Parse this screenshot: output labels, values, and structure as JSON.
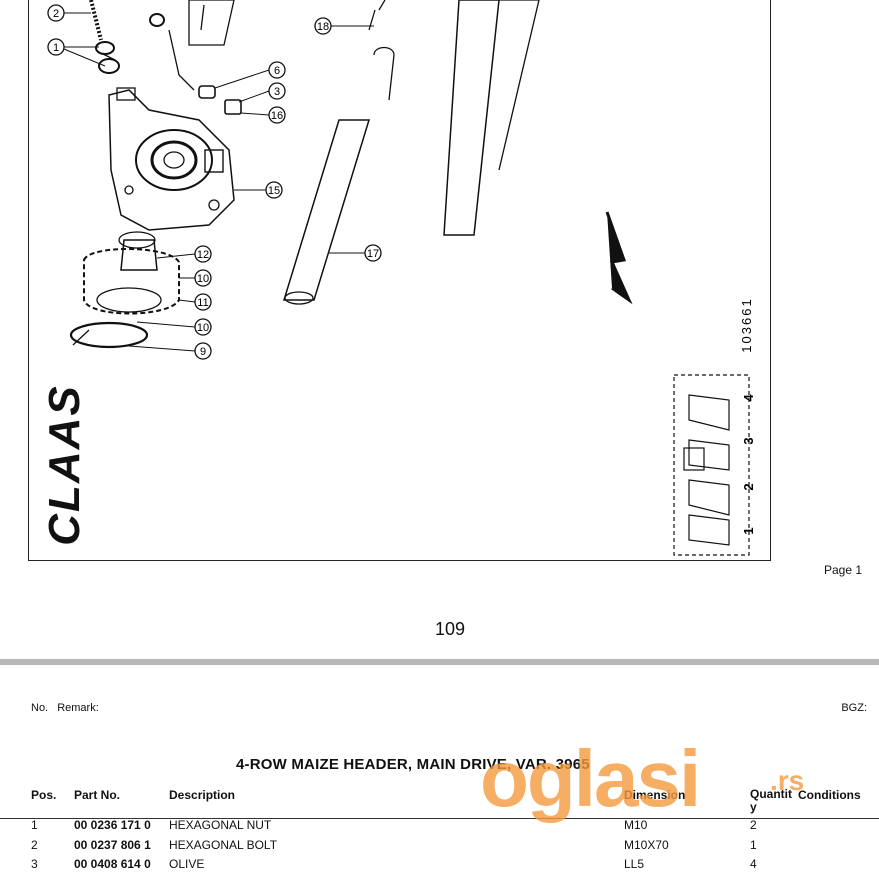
{
  "diagram": {
    "brand": "CLAAS",
    "drawing_number": "103661",
    "callouts": [
      "2",
      "1",
      "18",
      "6",
      "3",
      "16",
      "15",
      "12",
      "10",
      "17",
      "11",
      "10",
      "9"
    ],
    "row_markers": [
      "4",
      "3",
      "2",
      "1"
    ]
  },
  "page_label": "Page 1",
  "page_number": "109",
  "header": {
    "no_label": "No.",
    "remark_label": "Remark:",
    "bgz_label": "BGZ:"
  },
  "title": "4-ROW MAIZE HEADER, MAIN DRIVE, VAR. 3965",
  "table": {
    "columns": [
      "Pos.",
      "Part No.",
      "Description",
      "Dimension",
      "Quantit y",
      "Conditions"
    ],
    "rows": [
      {
        "pos": "1",
        "part": "00 0236 171 0",
        "desc": "HEXAGONAL NUT",
        "dim": "M10",
        "qty": "2"
      },
      {
        "pos": "2",
        "part": "00 0237 806 1",
        "desc": "HEXAGONAL BOLT",
        "dim": "M10X70",
        "qty": "1"
      },
      {
        "pos": "3",
        "part": "00 0408 614 0",
        "desc": "OLIVE",
        "dim": "LL5",
        "qty": "4"
      }
    ]
  },
  "watermark": {
    "text": "oglasi",
    "suffix": ".rs",
    "color": "#f39a3c"
  }
}
